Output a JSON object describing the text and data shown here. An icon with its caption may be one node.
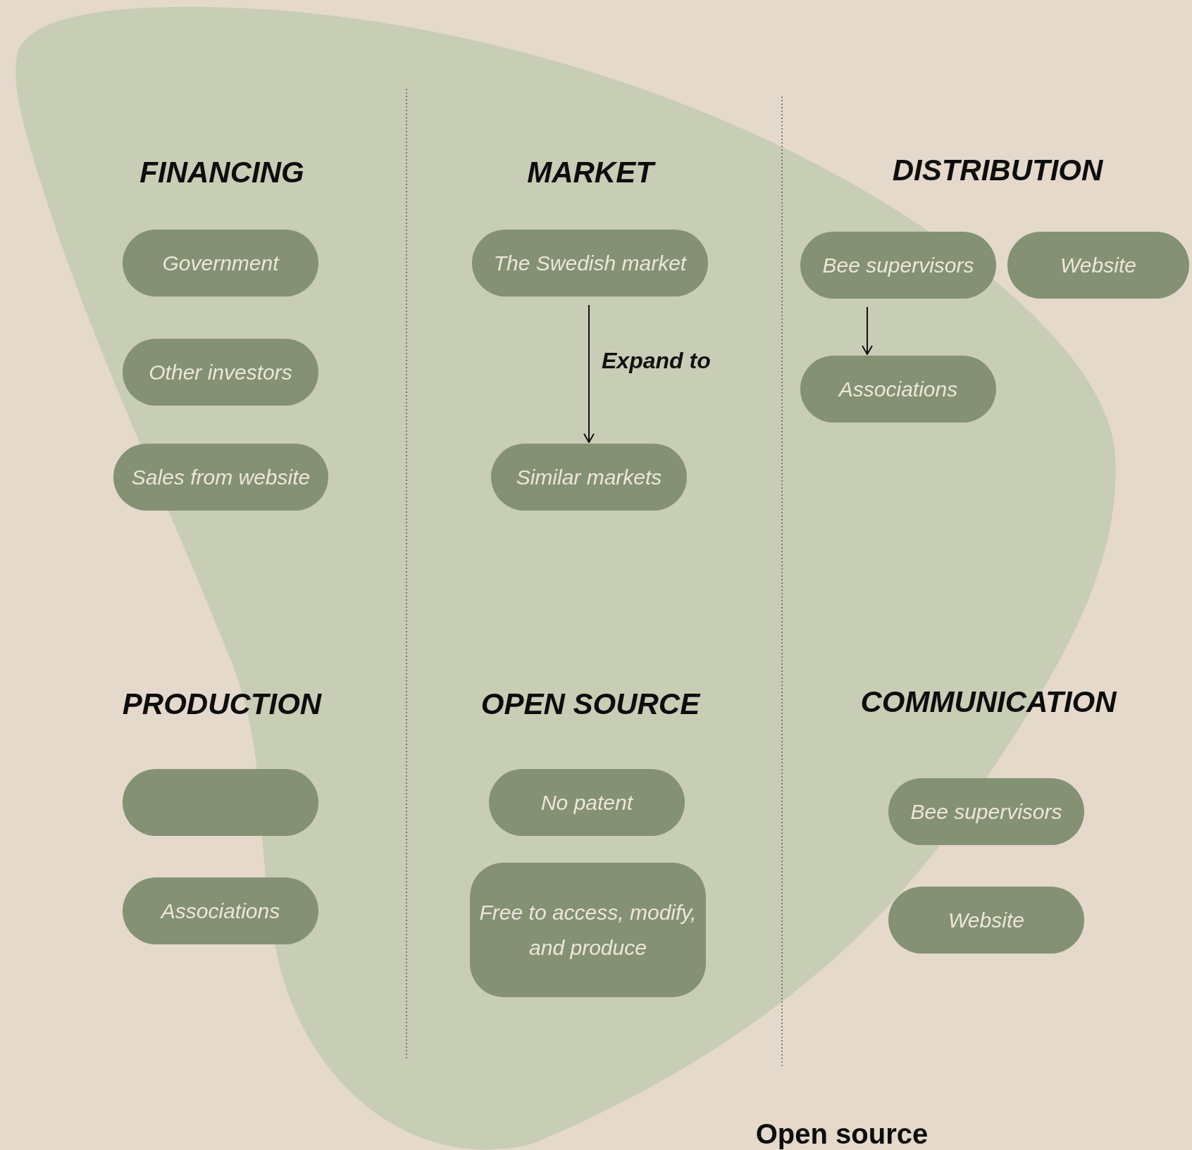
{
  "diagram": {
    "nodes": [
      {
        "text": [
          "Government"
        ]
      },
      {
        "text": [
          "Other investors"
        ]
      },
      {
        "text": [
          "Sales from website"
        ]
      },
      {
        "text": [
          "The Swedish market"
        ]
      },
      {
        "text": [
          "Similar markets"
        ]
      },
      {
        "text": [
          "Bee supervisors"
        ]
      },
      {
        "text": [
          "Website"
        ]
      },
      {
        "text": [
          "Associations"
        ]
      },
      {
        "text": [],
        "shape": "box"
      },
      {
        "text": [
          "Associations"
        ]
      },
      {
        "text": [
          "No patent"
        ]
      },
      {
        "text": [
          "Free to access, modify, and produce"
        ]
      },
      {
        "text": [
          "Bee supervisors"
        ]
      },
      {
        "text": [
          "Website"
        ]
      }
    ],
    "edges": [
      {
        "from": 3,
        "to": 4,
        "arrow": "to",
        "label": "Expand to"
      },
      {
        "from": 5,
        "to": 7,
        "arrow": "to"
      }
    ],
    "labels": [
      "FINANCING",
      "MARKET",
      "DISTRIBUTION",
      "PRODUCTION",
      "OPEN SOURCE",
      "COMMUNICATION",
      "Open source"
    ]
  }
}
